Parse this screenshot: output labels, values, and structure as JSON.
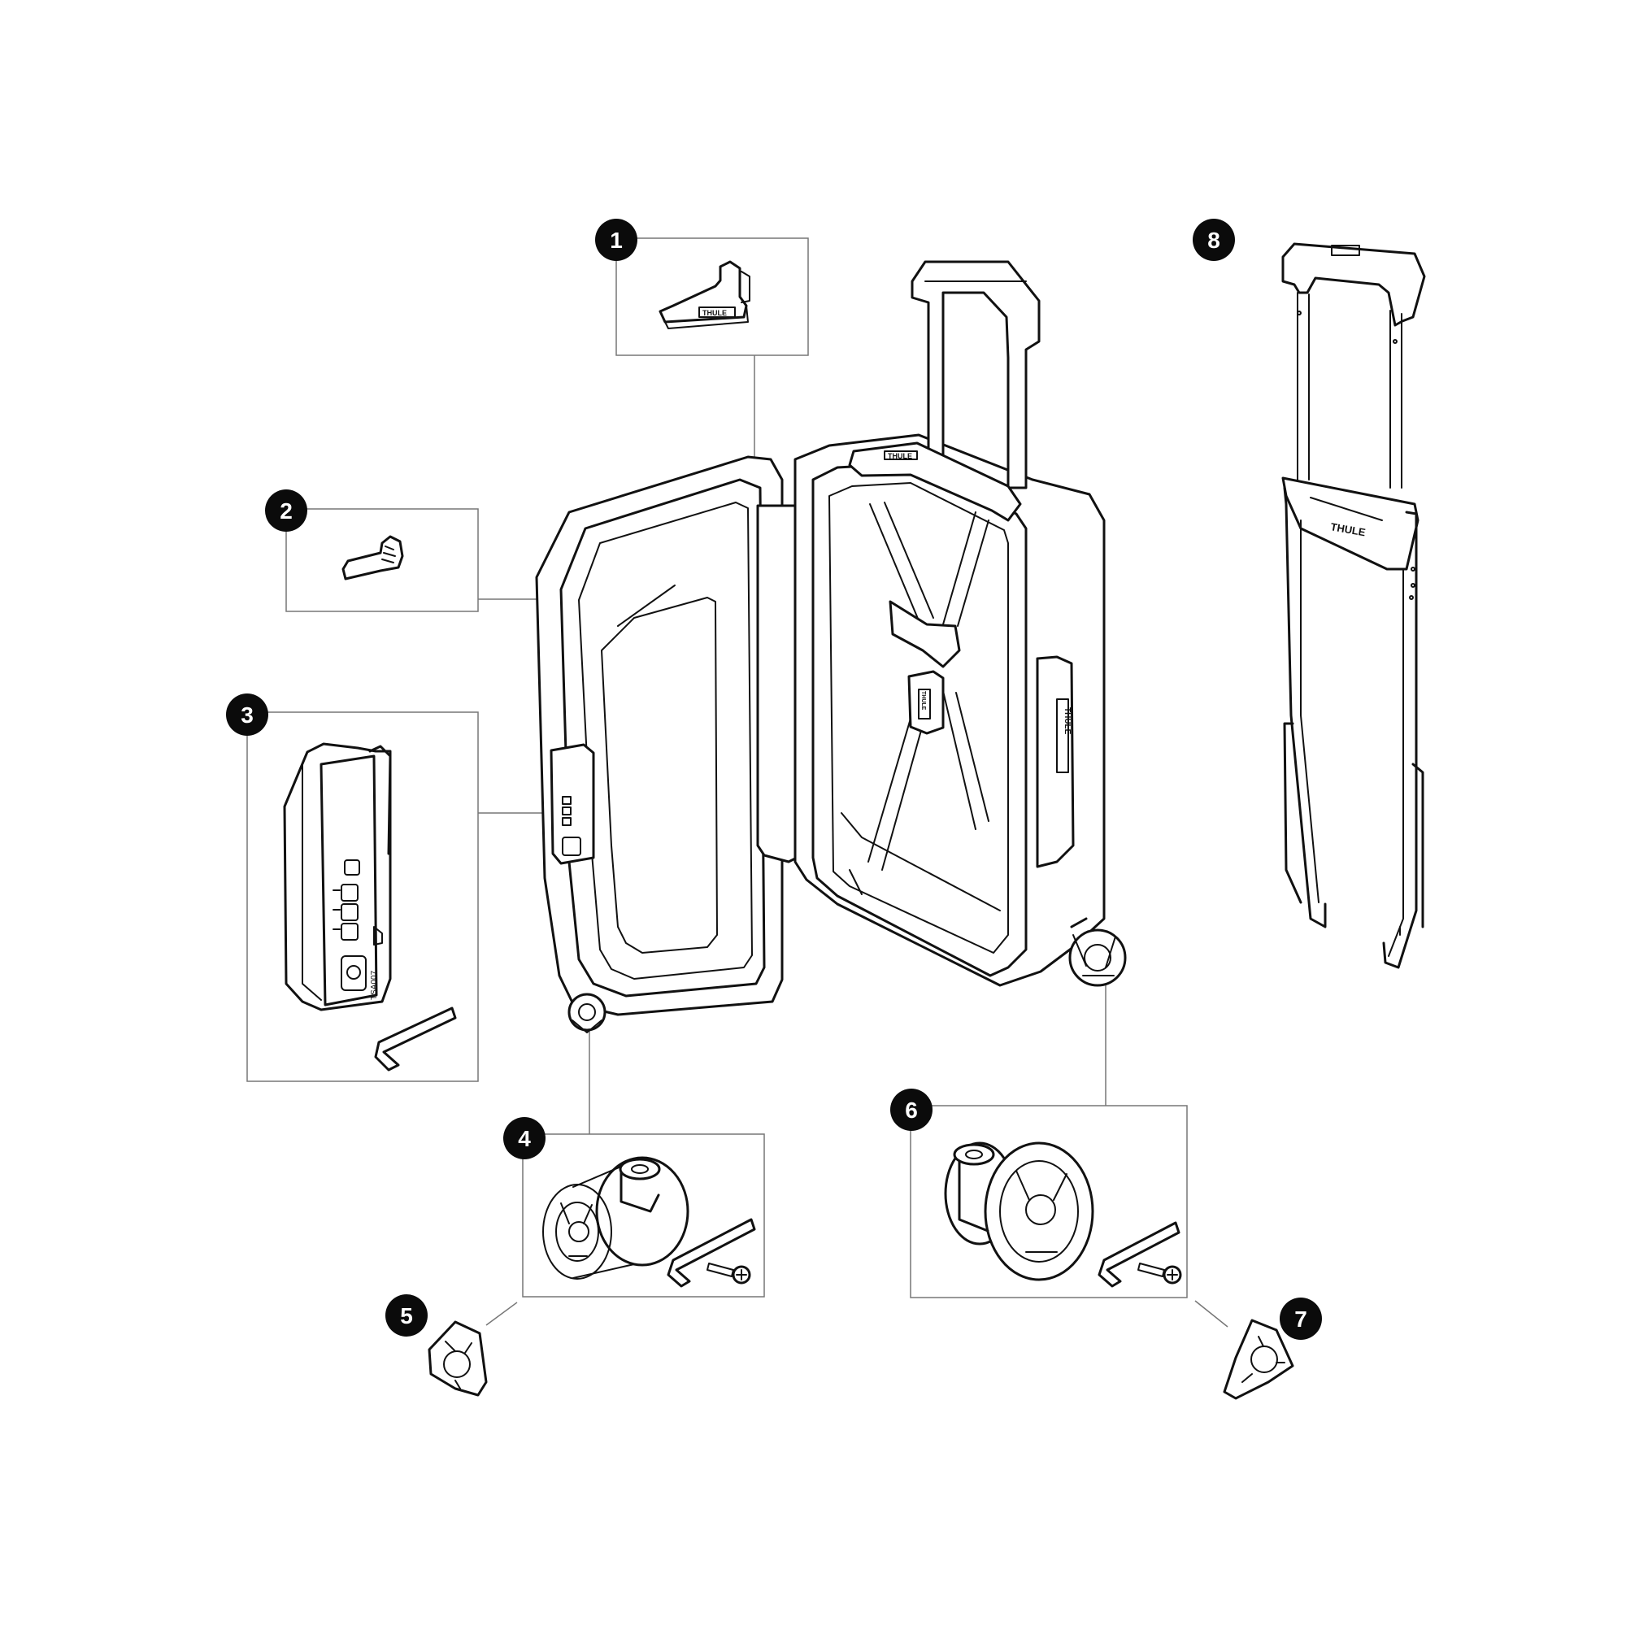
{
  "diagram": {
    "callouts": [
      {
        "number": "1"
      },
      {
        "number": "2"
      },
      {
        "number": "3"
      },
      {
        "number": "4"
      },
      {
        "number": "5"
      },
      {
        "number": "6"
      },
      {
        "number": "7"
      },
      {
        "number": "8"
      }
    ],
    "brand_labels": {
      "handle_part": "THULE",
      "top_handle": "THULE",
      "side_handle": "THULE",
      "strap_buckle": "THULE",
      "trolley_handle": "THULE"
    },
    "lock_label": "TSA007"
  }
}
